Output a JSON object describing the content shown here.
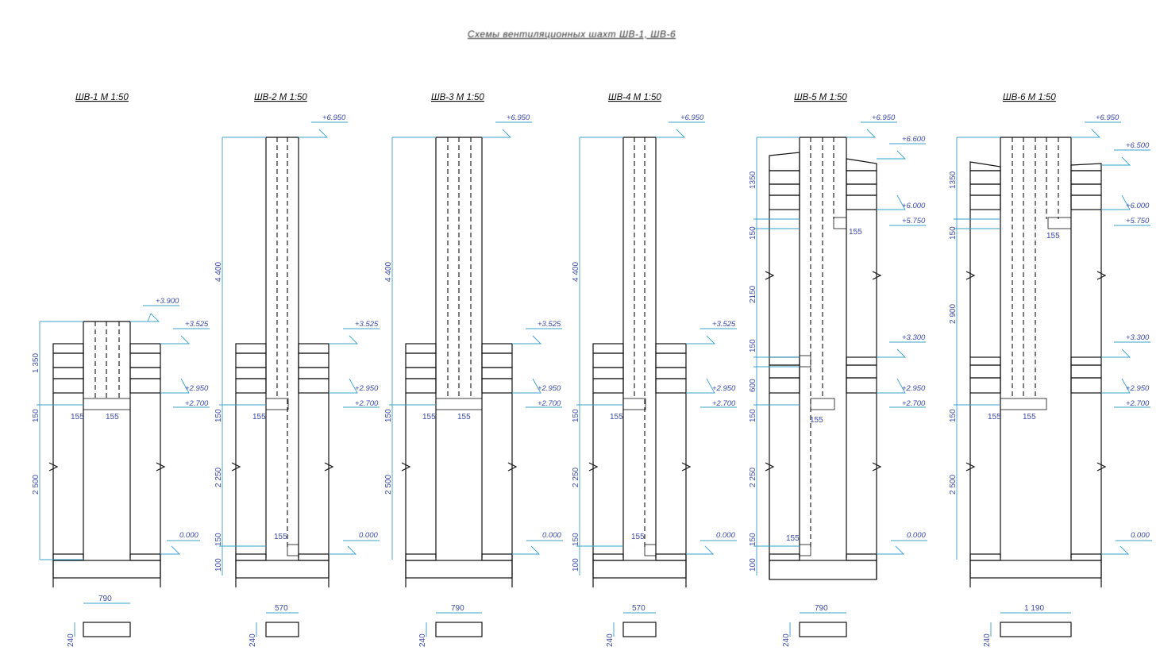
{
  "title": "Схемы вентиляционных шахт ШВ-1, ШВ-6",
  "colors": {
    "outline": "#111111",
    "dimension": "#3aa0c8",
    "text": "#3b4aa8"
  },
  "shafts": [
    {
      "label": "ШВ-1 М 1:50",
      "width_dim": "790",
      "depth_dim": "240",
      "elevations": [
        "+3.900",
        "+3.525",
        "+2.950",
        "+2.700",
        "0.000"
      ],
      "vertical_dims": [
        "1 350",
        "150",
        "2 500"
      ],
      "small_dims": [
        "155",
        "155"
      ]
    },
    {
      "label": "ШВ-2 М 1:50",
      "width_dim": "570",
      "depth_dim": "240",
      "elevations": [
        "+6.950",
        "+3.525",
        "+2.950",
        "+2.700",
        "0.000"
      ],
      "vertical_dims": [
        "4 400",
        "150",
        "2 250",
        "150",
        "100"
      ],
      "small_dims": [
        "155",
        "155"
      ]
    },
    {
      "label": "ШВ-3 М 1:50",
      "width_dim": "790",
      "depth_dim": "240",
      "elevations": [
        "+6.950",
        "+3.525",
        "+2.950",
        "+2.700",
        "0.000"
      ],
      "vertical_dims": [
        "4 400",
        "150",
        "2 500"
      ],
      "small_dims": [
        "155",
        "155"
      ]
    },
    {
      "label": "ШВ-4 М 1:50",
      "width_dim": "570",
      "depth_dim": "240",
      "elevations": [
        "+6.950",
        "+3.525",
        "+2.950",
        "+2.700",
        "0.000"
      ],
      "vertical_dims": [
        "4 400",
        "150",
        "2 250",
        "150",
        "100"
      ],
      "small_dims": [
        "155",
        "155"
      ]
    },
    {
      "label": "ШВ-5 М 1:50",
      "width_dim": "790",
      "depth_dim": "240",
      "elevations": [
        "+6.950",
        "+6.600",
        "+6.000",
        "+5.750",
        "+3.300",
        "+2.950",
        "+2.700",
        "0.000"
      ],
      "vertical_dims": [
        "1350",
        "150",
        "2150",
        "150",
        "600",
        "150",
        "2 250",
        "150",
        "100"
      ],
      "small_dims": [
        "155",
        "155",
        "155"
      ]
    },
    {
      "label": "ШВ-6 М 1:50",
      "width_dim": "1 190",
      "depth_dim": "240",
      "elevations": [
        "+6.950",
        "+6.500",
        "+6.000",
        "+5.750",
        "+3.300",
        "+2.950",
        "+2.700",
        "0.000"
      ],
      "vertical_dims": [
        "1350",
        "150",
        "2 900",
        "150",
        "2 500"
      ],
      "small_dims": [
        "155",
        "155",
        "155"
      ]
    }
  ]
}
